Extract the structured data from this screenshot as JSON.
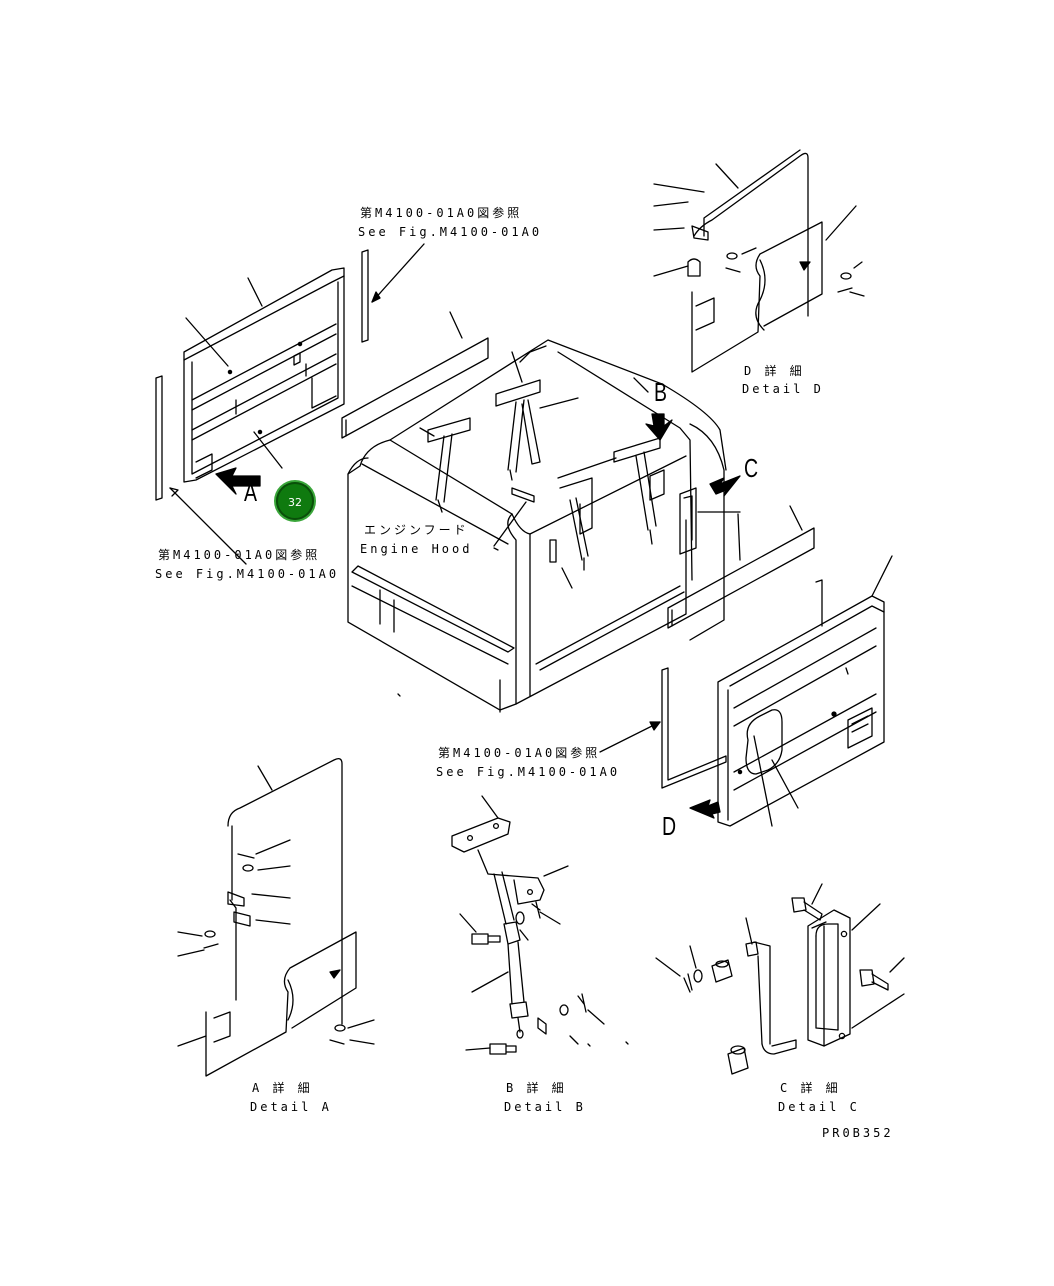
{
  "callout": {
    "number": "32"
  },
  "refs": {
    "ref1_jp": "第M4100-01A0図参照",
    "ref1_en": "See Fig.M4100-01A0",
    "ref2_jp": "第M4100-01A0図参照",
    "ref2_en": "See Fig.M4100-01A0",
    "ref3_jp": "第M4100-01A0図参照",
    "ref3_en": "See Fig.M4100-01A0"
  },
  "hood": {
    "jp": "エンジンフード",
    "en": "Engine Hood"
  },
  "views": {
    "a": "A",
    "b": "B",
    "c": "C",
    "d": "D"
  },
  "details": {
    "a_jp": "A 詳 細",
    "a_en": "Detail A",
    "b_jp": "B 詳 細",
    "b_en": "Detail B",
    "c_jp": "C 詳 細",
    "c_en": "Detail C",
    "d_jp": "D 詳 細",
    "d_en": "Detail D"
  },
  "drawing_code": "PR0B352"
}
